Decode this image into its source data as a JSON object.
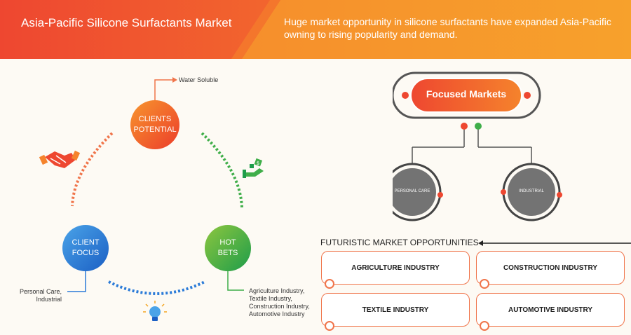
{
  "header": {
    "title": "Asia-Pacific Silicone Surfactants Market",
    "description": "Huge market opportunity in silicone surfactants have expanded Asia-Pacific owning to rising popularity and demand."
  },
  "cycle": {
    "clients_potential": "CLIENTS POTENTIAL",
    "client_focus": "CLIENT FOCUS",
    "hot_bets": "HOT BETS",
    "clients_potential_note": "Water Soluble",
    "client_focus_note_line1": "Personal Care,",
    "client_focus_note_line2": "Industrial",
    "hot_bets_notes": [
      "Agriculture Industry,",
      "Textile Industry,",
      "Construction Industry,",
      "Automotive Industry"
    ]
  },
  "focused": {
    "title": "Focused Markets",
    "markets": [
      "PERSONAL CARE",
      "INDUSTRIAL"
    ]
  },
  "futuristic": {
    "heading": "FUTURISTIC MARKET OPPORTUNITIES",
    "items": [
      "AGRICULTURE INDUSTRY",
      "CONSTRUCTION INDUSTRY",
      "TEXTILE INDUSTRY",
      "AUTOMOTIVE INDUSTRY"
    ]
  },
  "colors": {
    "accent_orange": "#f05a28",
    "accent_green": "#3fae49",
    "accent_blue": "#2b7bd8",
    "grey_circle": "#737373"
  },
  "icons": [
    "handshake-icon",
    "money-hand-icon",
    "lightbulb-icon"
  ]
}
